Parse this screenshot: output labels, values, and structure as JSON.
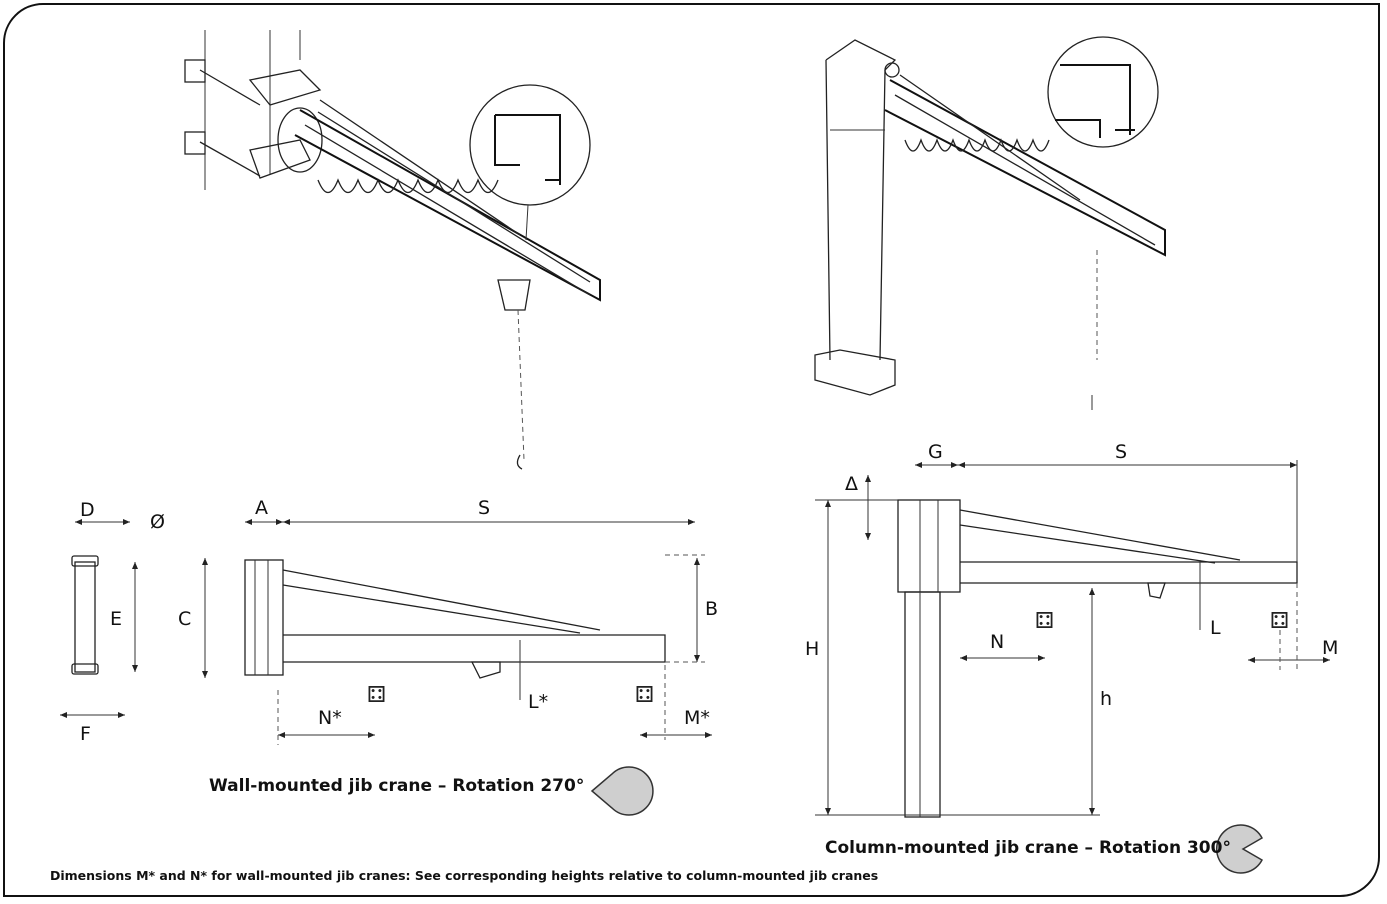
{
  "wall_crane": {
    "labels": {
      "D": "D",
      "dia": "Ø",
      "E": "E",
      "F": "F",
      "A": "A",
      "S": "S",
      "C": "C",
      "B": "B",
      "L": "L*",
      "N": "N*",
      "M": "M*"
    },
    "caption": "Wall-mounted jib crane – Rotation 270°"
  },
  "column_crane": {
    "labels": {
      "G": "G",
      "S": "S",
      "delta": "Δ",
      "H": "H",
      "N": "N",
      "L": "L",
      "M": "M",
      "h": "h"
    },
    "caption": "Column-mounted jib crane – Rotation 300°"
  },
  "footnote": "Dimensions M* and N* for wall-mounted jib cranes: See corresponding heights relative to column-mounted jib cranes",
  "colors": {
    "pie_icon_fill": "#cfcfcf",
    "line": "#222222"
  }
}
